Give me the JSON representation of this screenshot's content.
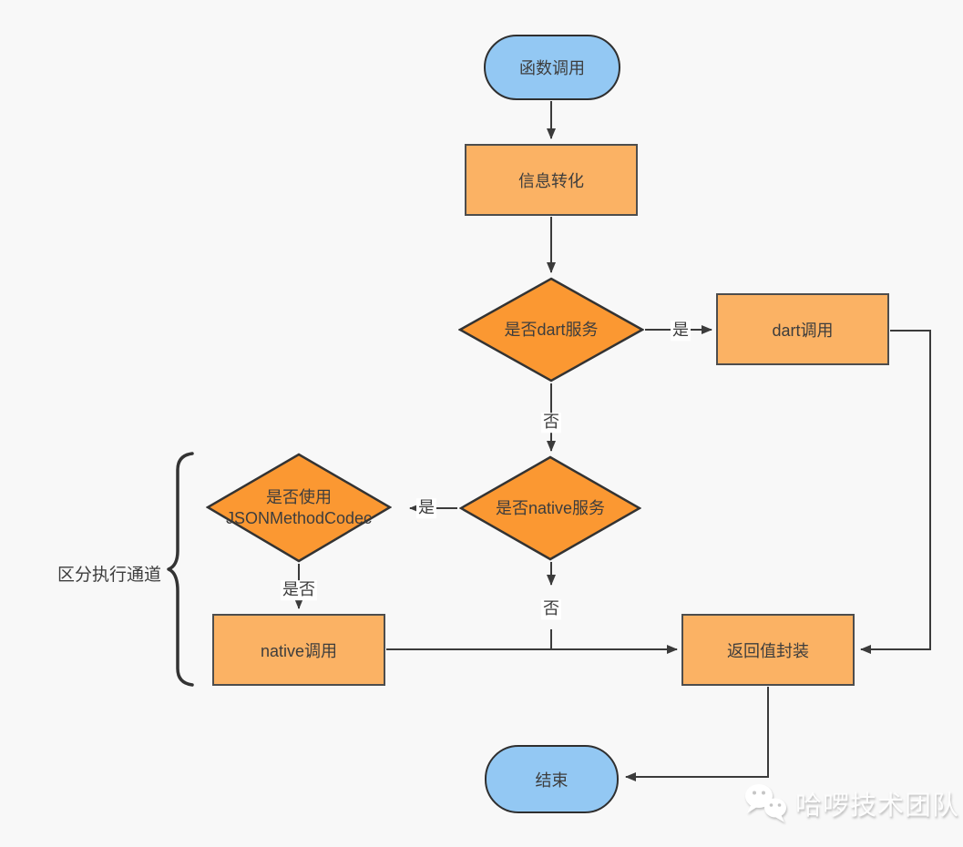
{
  "colors": {
    "background": "#f8f8f8",
    "terminal_fill": "#93c8f3",
    "process_fill": "#fbb264",
    "decision_fill": "#fb9832",
    "stroke": "#3b3b3b",
    "text": "#3d3d3d",
    "edge_label_bg": "#ffffff",
    "watermark_text": "#fdfdfd"
  },
  "nodes": {
    "start": {
      "label": "函数调用",
      "type": "terminal"
    },
    "transform": {
      "label": "信息转化",
      "type": "process"
    },
    "dart_decision": {
      "label": "是否dart服务",
      "type": "decision"
    },
    "dart_call": {
      "label": "dart调用",
      "type": "process"
    },
    "native_decision": {
      "label": "是否native服务",
      "type": "decision"
    },
    "codec_decision": {
      "label": "是否使用JSONMethodCodec",
      "type": "decision"
    },
    "native_call": {
      "label": "native调用",
      "type": "process"
    },
    "return_wrap": {
      "label": "返回值封装",
      "type": "process"
    },
    "end": {
      "label": "结束",
      "type": "terminal"
    }
  },
  "edge_labels": {
    "dart_yes": "是",
    "dart_no": "否",
    "native_yes": "是",
    "native_no": "否",
    "codec_branch": "是否"
  },
  "annotations": {
    "brace_label": "区分执行通道",
    "watermark": "哈啰技术团队"
  }
}
